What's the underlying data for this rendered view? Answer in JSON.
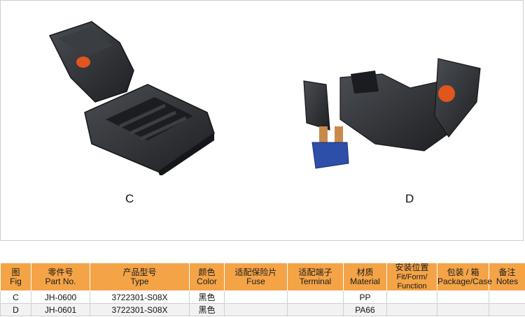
{
  "figures": [
    {
      "id": "C",
      "label": "C"
    },
    {
      "id": "D",
      "label": "D"
    }
  ],
  "table": {
    "headers": [
      {
        "cn": "图",
        "en": "Fig"
      },
      {
        "cn": "零件号",
        "en": "Part No."
      },
      {
        "cn": "产品型号",
        "en": "Type"
      },
      {
        "cn": "颜色",
        "en": "Color"
      },
      {
        "cn": "适配保险片",
        "en": "Fuse"
      },
      {
        "cn": "适配端子",
        "en": "Terminal"
      },
      {
        "cn": "材质",
        "en": "Material"
      },
      {
        "cn": "安装位置",
        "en": "Fit/Form/ Function"
      },
      {
        "cn": "包装 / 箱",
        "en": "Package/Case"
      },
      {
        "cn": "备注",
        "en": "Notes"
      }
    ],
    "rows": [
      {
        "fig": "C",
        "part_no": "JH-0600",
        "type": "3722301-S08X",
        "color": "黑色",
        "fuse": "",
        "terminal": "",
        "material": "PP",
        "fit": "",
        "package": "",
        "notes": ""
      },
      {
        "fig": "D",
        "part_no": "JH-0601",
        "type": "3722301-S08X",
        "color": "黑色",
        "fuse": "",
        "terminal": "",
        "material": "PA66",
        "fit": "",
        "package": "",
        "notes": ""
      }
    ]
  },
  "colors": {
    "header_bg": "#f4a447",
    "housing": "#2a2c30",
    "accent_orange": "#e0561e",
    "fuse_blue": "#2e4fa8",
    "terminal_copper": "#c9894a"
  }
}
